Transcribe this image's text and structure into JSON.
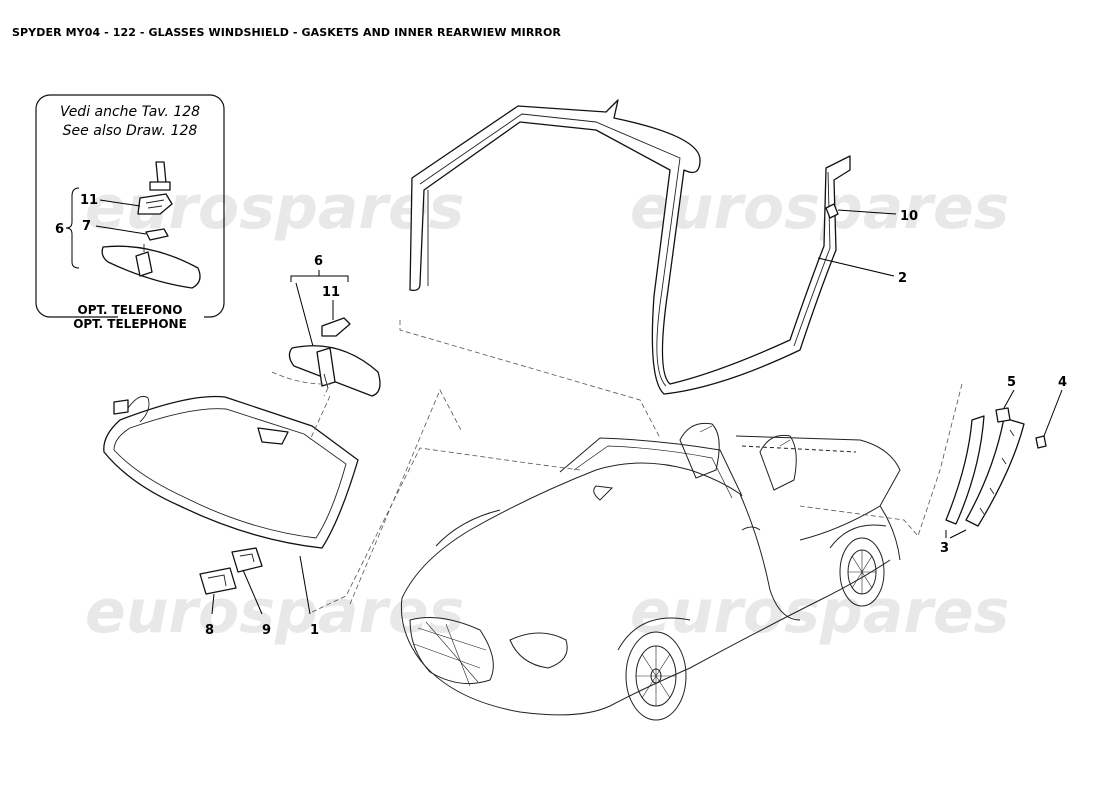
{
  "title": "SPYDER MY04 - 122 - GLASSES WINDSHIELD - GASKETS AND INNER REARWIEW MIRROR",
  "watermark": "eurospares",
  "inset": {
    "note_it": "Vedi anche Tav. 128",
    "note_en": "See also Draw. 128",
    "opt_it": "OPT. TELEFONO",
    "opt_en": "OPT. TELEPHONE",
    "group_label": "6",
    "items": {
      "a": "11",
      "b": "7"
    }
  },
  "callouts": {
    "c1": "1",
    "c2": "2",
    "c3": "3",
    "c4": "4",
    "c5": "5",
    "c6": "6",
    "c8": "8",
    "c9": "9",
    "c10": "10",
    "c11": "11"
  },
  "colors": {
    "line": "#111111",
    "watermark": "#e6e6e6",
    "background": "#ffffff"
  }
}
